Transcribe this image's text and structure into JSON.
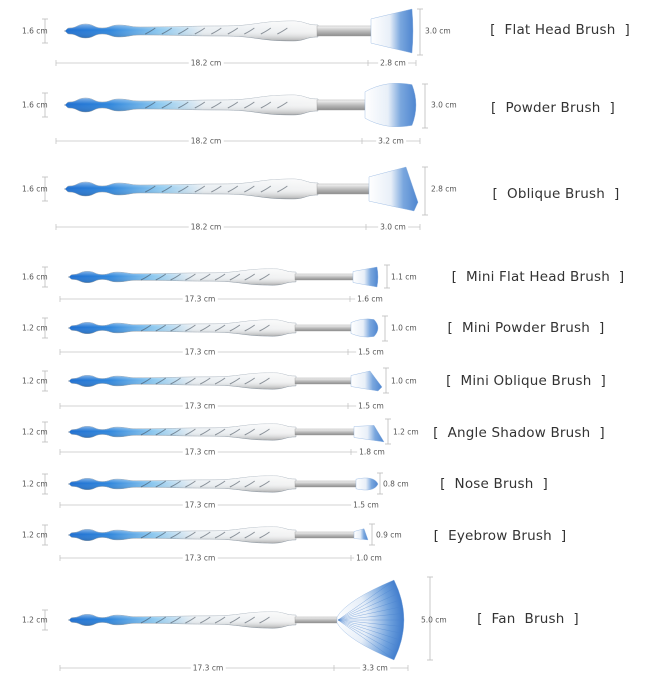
{
  "colors": {
    "handle_blue": "#2f7fd6",
    "handle_light_blue": "#7fc3f2",
    "handle_silver": "#e6e6e6",
    "bristle_blue": "#5d94d8",
    "bristle_white": "#ffffff",
    "ferrule": "#cfcfcf",
    "dimension_line": "#bdbdbd",
    "text": "#333333"
  },
  "brushes": [
    {
      "name": "[  Flat Head Brush  ]",
      "width_label": "1.6 cm",
      "handle_label": "18.2 cm",
      "head_length_label": "2.8 cm",
      "head_height_label": "3.0 cm",
      "head_shape": "flat-icon"
    },
    {
      "name": "[  Powder Brush  ]",
      "width_label": "1.6 cm",
      "handle_label": "18.2 cm",
      "head_length_label": "3.2 cm",
      "head_height_label": "3.0 cm",
      "head_shape": "dome-icon"
    },
    {
      "name": "[  Oblique Brush  ]",
      "width_label": "1.6 cm",
      "handle_label": "18.2 cm",
      "head_length_label": "3.0 cm",
      "head_height_label": "2.8 cm",
      "head_shape": "oblique-icon"
    },
    {
      "name": "[  Mini Flat Head Brush  ]",
      "width_label": "1.6 cm",
      "handle_label": "17.3 cm",
      "head_length_label": "1.6 cm",
      "head_height_label": "1.1 cm",
      "head_shape": "flat-icon"
    },
    {
      "name": "[  Mini Powder Brush  ]",
      "width_label": "1.2 cm",
      "handle_label": "17.3 cm",
      "head_length_label": "1.5 cm",
      "head_height_label": "1.0 cm",
      "head_shape": "dome-icon"
    },
    {
      "name": "[  Mini Oblique Brush  ]",
      "width_label": "1.2 cm",
      "handle_label": "17.3 cm",
      "head_length_label": "1.5 cm",
      "head_height_label": "1.0 cm",
      "head_shape": "oblique-icon"
    },
    {
      "name": "[  Angle Shadow Brush  ]",
      "width_label": "1.2 cm",
      "handle_label": "17.3 cm",
      "head_length_label": "1.8 cm",
      "head_height_label": "1.2 cm",
      "head_shape": "angle-icon"
    },
    {
      "name": "[  Nose Brush  ]",
      "width_label": "1.2 cm",
      "handle_label": "17.3 cm",
      "head_length_label": "1.5 cm",
      "head_height_label": "0.8 cm",
      "head_shape": "round-icon"
    },
    {
      "name": "[  Eyebrow Brush  ]",
      "width_label": "1.2 cm",
      "handle_label": "17.3 cm",
      "head_length_label": "1.0 cm",
      "head_height_label": "0.9 cm",
      "head_shape": "eyebrow-icon"
    },
    {
      "name": "[  Fan  Brush  ]",
      "width_label": "1.2 cm",
      "handle_label": "17.3 cm",
      "head_length_label": "3.3 cm",
      "head_height_label": "5.0 cm",
      "head_shape": "fan-icon"
    }
  ]
}
